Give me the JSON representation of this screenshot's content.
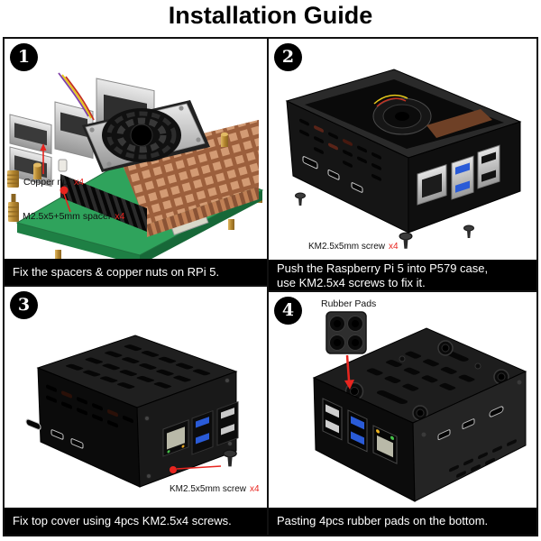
{
  "title": "Installation Guide",
  "steps": [
    {
      "number": "1",
      "caption": "Fix the spacers & copper nuts on RPi 5.",
      "labels": {
        "copper_nut": "Copper nut",
        "copper_nut_qty": "x4",
        "spacer": "M2.5x5+5mm spacer",
        "spacer_qty": "x4"
      }
    },
    {
      "number": "2",
      "caption": "Push the Raspberry Pi 5 into P579 case,",
      "caption2": "use KM2.5x4 screws to fix it.",
      "labels": {
        "screw": "KM2.5x5mm screw",
        "screw_qty": "x4"
      }
    },
    {
      "number": "3",
      "caption": "Fix top cover using 4pcs KM2.5x4 screws.",
      "labels": {
        "screw": "KM2.5x5mm screw",
        "screw_qty": "x4"
      }
    },
    {
      "number": "4",
      "caption": "Pasting 4pcs rubber pads on the bottom.",
      "labels": {
        "rubber_pads": "Rubber Pads"
      }
    }
  ],
  "colors": {
    "accent_red": "#e8251f",
    "caption_bg": "#000000",
    "caption_text": "#ffffff",
    "pcb_green": "#2fa35c",
    "copper": "#c08055",
    "brass": "#c9982f",
    "case_black": "#161616",
    "usb3_blue": "#2a5bd7"
  },
  "icons": [
    "step-number-badge",
    "copper-nut-icon",
    "spacer-icon",
    "screw-icon",
    "rubber-pads-icon"
  ]
}
